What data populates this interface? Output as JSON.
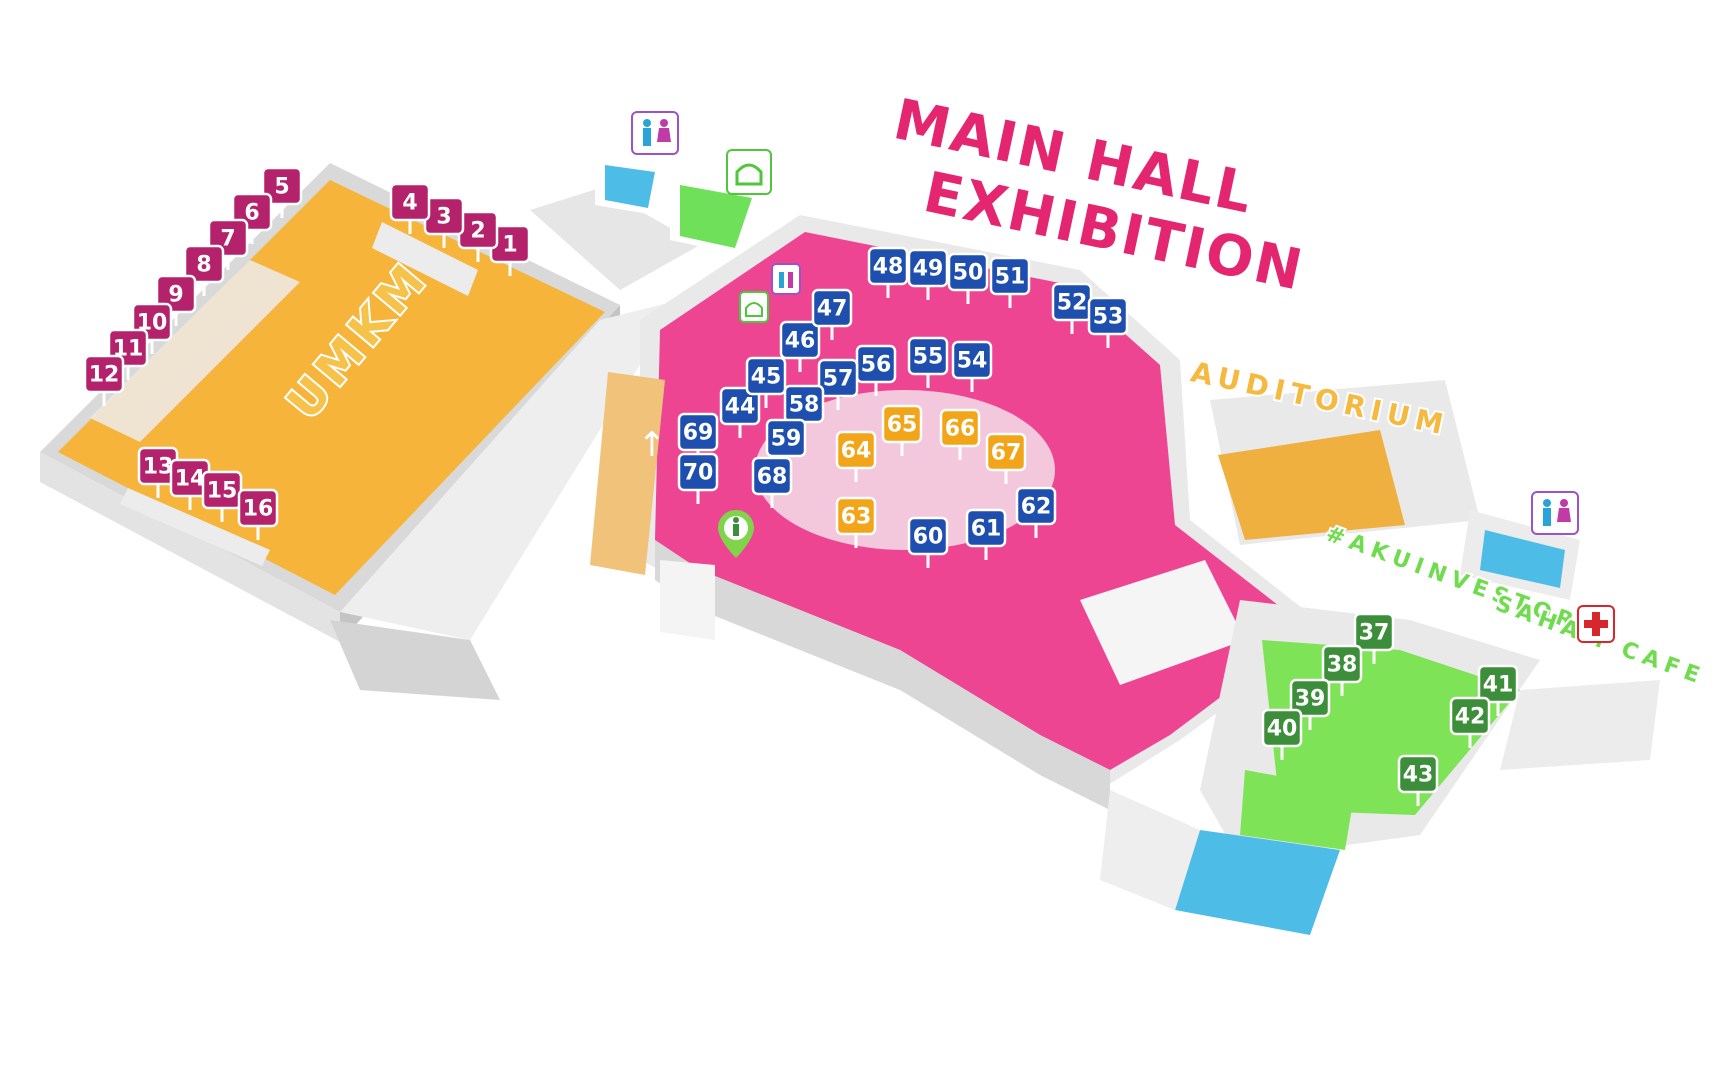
{
  "titles": {
    "main_line1": "MAIN HALL",
    "main_line2": "EXHIBITION",
    "umkm": "UMKM",
    "auditorium": "AUDITORIUM",
    "cafe_line1": "#AKUINVESTOR",
    "cafe_line2": "SAHAM CAFE"
  },
  "colors": {
    "umkm_zone": "#f6b53a",
    "main_hall_floor": "#ee4593",
    "cafe_zone": "#7ee356",
    "auditorium_floor": "#f0b040",
    "toilet_floor": "#4dbde8",
    "prayer_floor": "#6ee05a",
    "booth_umkm": "#b3226a",
    "booth_exhibition": "#1f4fae",
    "booth_exhibition_special": "#f2a519",
    "booth_cafe": "#3d8e3b",
    "title_pink": "#e4256f",
    "wall": "#ececec"
  },
  "booths": {
    "umkm": [
      "1",
      "2",
      "3",
      "4",
      "5",
      "6",
      "7",
      "8",
      "9",
      "10",
      "11",
      "12",
      "13",
      "14",
      "15",
      "16"
    ],
    "exhibition": [
      "44",
      "45",
      "46",
      "47",
      "48",
      "49",
      "50",
      "51",
      "52",
      "53",
      "54",
      "55",
      "56",
      "57",
      "58",
      "59",
      "60",
      "61",
      "62",
      "68",
      "69",
      "70"
    ],
    "exhibition_special": [
      "63",
      "64",
      "65",
      "66",
      "67"
    ],
    "cafe": [
      "37",
      "38",
      "39",
      "40",
      "41",
      "42",
      "43"
    ]
  },
  "icons": {
    "toilet_left": "toilet-icon",
    "toilet_small": "toilet-icon",
    "toilet_right": "toilet-icon",
    "prayer_room": "mosque-icon",
    "prayer_small": "mosque-icon",
    "first_aid": "first-aid-icon",
    "info_pin": "info-location-pin-icon",
    "stairs_arrow": "up-arrow-icon"
  }
}
